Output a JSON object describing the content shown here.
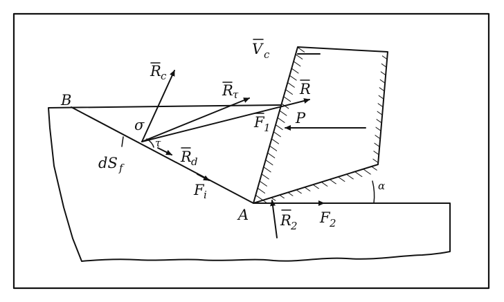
{
  "labels": {
    "B": "B",
    "A": "A",
    "Rc": "R",
    "Rc_sub": "c",
    "Rt": "R",
    "Rt_sub": "τ",
    "R": "R",
    "Vc": "V",
    "Vc_sub": "c",
    "P": "P",
    "F1": "F",
    "F1_sub": "1",
    "sigma": "σ",
    "tau": "τ",
    "Rd": "R",
    "Rd_sub": "d",
    "dSf": "dS",
    "dSf_sub": "f",
    "Fi": "F",
    "Fi_sub": "i",
    "R2": "R",
    "R2_sub": "2",
    "F2": "F",
    "F2_sub": "2",
    "alpha": "α"
  },
  "colors": {
    "ink": "#111111",
    "background": "#ffffff"
  }
}
